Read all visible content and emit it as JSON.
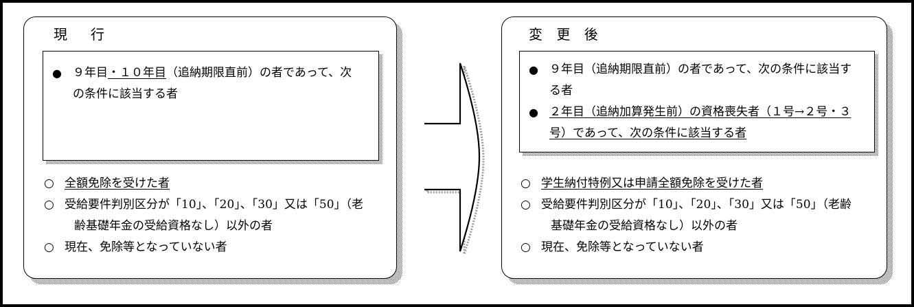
{
  "figure": {
    "title_left": "現　行",
    "title_right": "変 更 後",
    "arrow_icon": "right-block-arrow-icon"
  },
  "left_panel": {
    "header": "現　行",
    "highlight_box": {
      "bullets": [
        {
          "marker": "●",
          "lines": [
            {
              "pre": "９年目",
              "underlined": "・１０年目",
              "post": "（追納期限直前）の者であって、次"
            },
            {
              "pre": "の条件に該当する者",
              "underlined": "",
              "post": ""
            }
          ]
        }
      ]
    },
    "conditions": [
      {
        "marker": "○",
        "lines": [
          {
            "text": "全額免除を受けた者",
            "underlined": true
          }
        ]
      },
      {
        "marker": "○",
        "lines": [
          {
            "text": "受給要件判別区分が「10」、「20」、「30」又は「50」（老",
            "underlined": false
          },
          {
            "text": "齢基礎年金の受給資格なし）以外の者",
            "underlined": false
          }
        ]
      },
      {
        "marker": "○",
        "lines": [
          {
            "text": "現在、免除等となっていない者",
            "underlined": false
          }
        ]
      }
    ]
  },
  "right_panel": {
    "header": "変 更 後",
    "highlight_box": {
      "bullets": [
        {
          "marker": "●",
          "lines": [
            {
              "text": "９年目（追納期限直前）の者であって、次の条件に該当す",
              "underlined": false
            },
            {
              "text": "る者",
              "underlined": false
            }
          ]
        },
        {
          "marker": "●",
          "lines": [
            {
              "text": "２年目（追納加算発生前）の資格喪失者（１号→２号・３",
              "underlined": true
            },
            {
              "text": "号）であって、次の条件に該当する者",
              "underlined": true
            }
          ]
        }
      ]
    },
    "conditions": [
      {
        "marker": "○",
        "lines": [
          {
            "text": "学生納付特例又は申請全額免除を受けた者",
            "underlined": true
          }
        ]
      },
      {
        "marker": "○",
        "lines": [
          {
            "text": "受給要件判別区分が「10」、「20」、「30」又は「50」（老齢",
            "underlined": false
          },
          {
            "text": "基礎年金の受給資格なし）以外の者",
            "underlined": false
          }
        ]
      },
      {
        "marker": "○",
        "lines": [
          {
            "text": "現在、免除等となっていない者",
            "underlined": false
          }
        ]
      }
    ]
  },
  "colors": {
    "ink": "#000000",
    "paper": "#ffffff",
    "shadow": "#808080"
  }
}
